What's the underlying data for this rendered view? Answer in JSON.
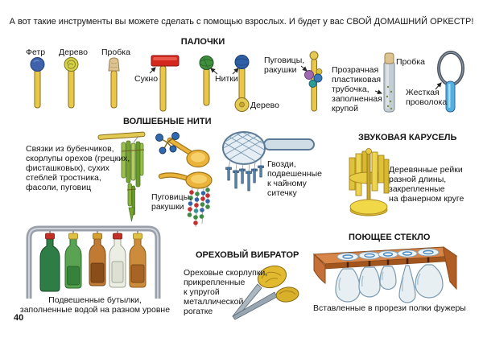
{
  "page": {
    "intro": "А вот такие инструменты вы можете сделать с помощью взрослых. И будет у вас СВОЙ ДОМАШНИЙ ОРКЕСТР!",
    "page_number": "40"
  },
  "sticks": {
    "title": "ПАЛОЧКИ",
    "felt": "Фетр",
    "wood1": "Дерево",
    "cork1": "Пробка",
    "cloth": "Сукно",
    "threads": "Нитки",
    "wood2": "Дерево",
    "buttons": "Пуговицы,\nракушки",
    "tube": "Прозрачная\nпластиковая\nтрубочка,\nзаполненная\nкрупой",
    "cork2": "Пробка",
    "wire": "Жесткая\nпроволока"
  },
  "magic_threads": {
    "title": "ВОЛШЕБНЫЕ НИТИ",
    "bunches": "Связки из бубенчиков,\nскорлупы орехов (грецких,\nфисташковых), сухих\nстеблей тростника,\nфасоли, пуговиц",
    "buttons": "Пуговицы,\nракушки",
    "nails": "Гвозди,\nподвешенные\nк чайному\nситечку"
  },
  "carousel": {
    "title": "ЗВУКОВАЯ КАРУСЕЛЬ",
    "caption": "Деревянные рейки\nразной длины,\nзакрепленные\nна фанерном круге"
  },
  "bottles": {
    "caption": "Подвешенные бутылки,\nзаполненные водой на разном уровне"
  },
  "nut_vibrator": {
    "title": "ОРЕХОВЫЙ ВИБРАТОР",
    "caption": "Ореховые скорлупки,\nприкрепленные\nк упругой\nметаллической\nрогатке"
  },
  "singing_glass": {
    "title": "ПОЮЩЕЕ СТЕКЛО",
    "caption": "Вставленные в прорези полки фужеры"
  }
}
